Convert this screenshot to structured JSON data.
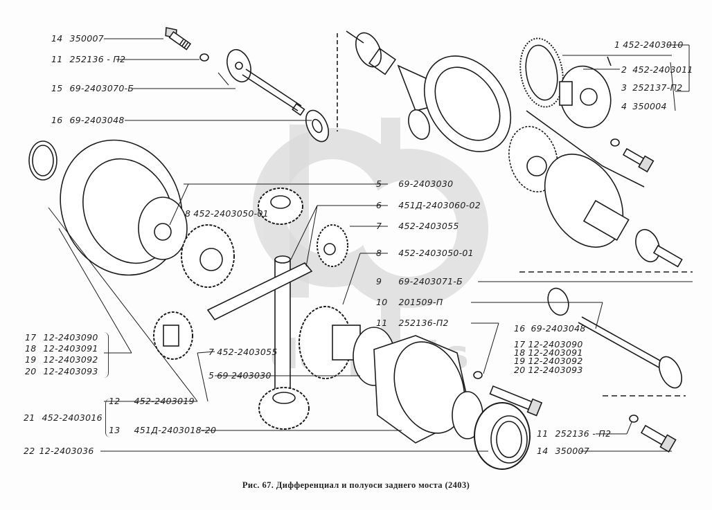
{
  "figure": {
    "caption": "Рис. 67. Дифференциал и полуоси заднего моста (2403)",
    "watermark": "datparts",
    "watermark_logo": "dp-logo"
  },
  "callouts": {
    "top_left": [
      {
        "num": "14",
        "part": "350007"
      },
      {
        "num": "11",
        "part": "252136 - П2"
      },
      {
        "num": "15",
        "part": "69-2403070-Б"
      },
      {
        "num": "16",
        "part": "69-2403048"
      }
    ],
    "top_right": [
      {
        "num": "1",
        "part": "452-2403010"
      },
      {
        "num": "2",
        "part": "452-2403011"
      },
      {
        "num": "3",
        "part": "252137-П2"
      },
      {
        "num": "4",
        "part": "350004"
      }
    ],
    "center": [
      {
        "num": "5",
        "part": "69-2403030"
      },
      {
        "num": "6",
        "part": "451Д-2403060-02"
      },
      {
        "num": "7",
        "part": "452-2403055"
      },
      {
        "num": "8",
        "part": "452-2403050-01"
      },
      {
        "num": "9",
        "part": "69-2403071-Б"
      },
      {
        "num": "10",
        "part": "201509-П"
      },
      {
        "num": "11",
        "part": "252136-П2"
      }
    ],
    "inline_8": {
      "num": "8",
      "part": "452-2403050-01"
    },
    "inline_7": {
      "num": "7",
      "part": "452-2403055"
    },
    "inline_5": {
      "num": "5",
      "part": "69 2403030"
    },
    "left_group": [
      {
        "num": "17",
        "part": "12-2403090"
      },
      {
        "num": "18",
        "part": "12-2403091"
      },
      {
        "num": "19",
        "part": "12-2403092"
      },
      {
        "num": "20",
        "part": "12-2403093"
      }
    ],
    "right_group_header": {
      "num": "16",
      "part": "69-2403048"
    },
    "right_group": [
      {
        "num": "17",
        "part": "12-2403090"
      },
      {
        "num": "18",
        "part": "12-2403091"
      },
      {
        "num": "19",
        "part": "12-2403092"
      },
      {
        "num": "20",
        "part": "12-2403093"
      }
    ],
    "assembly_21": {
      "num": "21",
      "part": "452-2403016"
    },
    "assembly_21_children": [
      {
        "num": "12",
        "part": "452-2403019"
      },
      {
        "num": "13",
        "part": "451Д-2403018-20"
      }
    ],
    "bottom_22": {
      "num": "22",
      "part": "12-2403036"
    },
    "bottom_right": [
      {
        "num": "11",
        "part": "252136 - П2"
      },
      {
        "num": "14",
        "part": "350007"
      }
    ]
  }
}
